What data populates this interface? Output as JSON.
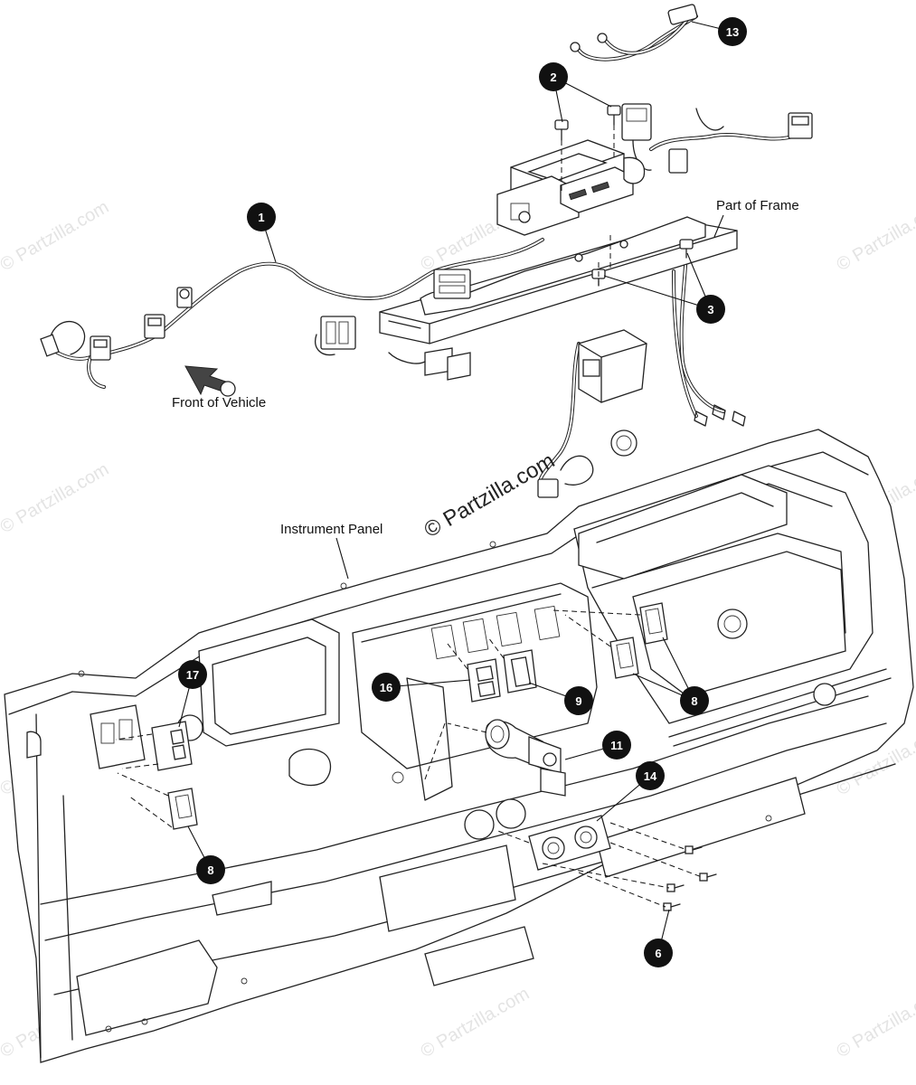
{
  "labels": {
    "part_of_frame": "Part of Frame",
    "front_of_vehicle": "Front of Vehicle",
    "instrument_panel": "Instrument Panel"
  },
  "watermark": {
    "text": "© Partzilla.com"
  },
  "callouts": [
    {
      "id": "c1",
      "number": "1"
    },
    {
      "id": "c2",
      "number": "2"
    },
    {
      "id": "c3",
      "number": "3"
    },
    {
      "id": "c6",
      "number": "6"
    },
    {
      "id": "c8a",
      "number": "8"
    },
    {
      "id": "c8b",
      "number": "8"
    },
    {
      "id": "c9",
      "number": "9"
    },
    {
      "id": "c11",
      "number": "11"
    },
    {
      "id": "c13",
      "number": "13"
    },
    {
      "id": "c14",
      "number": "14"
    },
    {
      "id": "c16",
      "number": "16"
    },
    {
      "id": "c17",
      "number": "17"
    }
  ],
  "colors": {
    "callout_fill": "#111111",
    "line": "#222222",
    "watermark": "#e4e4e4"
  }
}
